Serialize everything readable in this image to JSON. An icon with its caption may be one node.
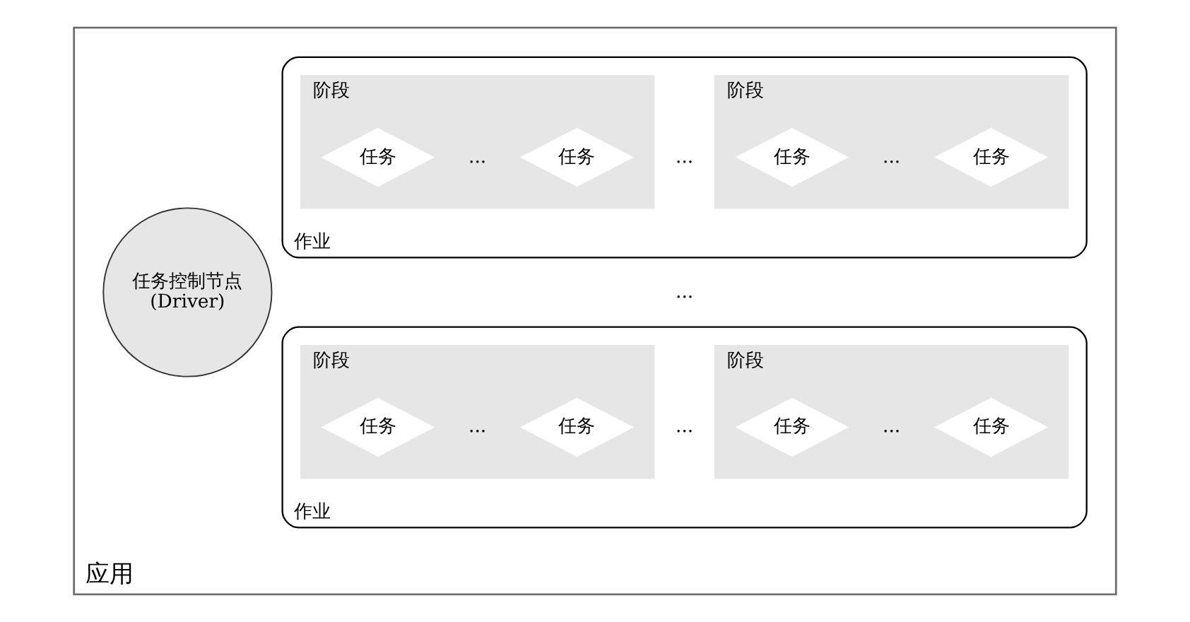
{
  "diagram": {
    "nodes": [
      {
        "text": [
          "应用"
        ]
      },
      {
        "text": [
          "任务控制节点",
          "(Driver)"
        ],
        "in": 0
      },
      {
        "text": [
          "作业"
        ],
        "in": 0
      },
      {
        "text": [
          "阶段"
        ],
        "in": 2
      },
      {
        "text": [
          "任务"
        ],
        "in": 3
      },
      {
        "text": [
          "任务"
        ],
        "in": 3
      },
      {
        "text": [
          "阶段"
        ],
        "in": 2
      },
      {
        "text": [
          "任务"
        ],
        "in": 6
      },
      {
        "text": [
          "任务"
        ],
        "in": 6
      },
      {
        "text": [
          "作业"
        ],
        "in": 0
      },
      {
        "text": [
          "阶段"
        ],
        "in": 9
      },
      {
        "text": [
          "任务"
        ],
        "in": 10
      },
      {
        "text": [
          "任务"
        ],
        "in": 10
      },
      {
        "text": [
          "阶段"
        ],
        "in": 9
      },
      {
        "text": [
          "任务"
        ],
        "in": 13
      },
      {
        "text": [
          "任务"
        ],
        "in": 13
      }
    ],
    "labels": [
      "...",
      "...",
      "...",
      "...",
      "...",
      "...",
      "..."
    ]
  }
}
